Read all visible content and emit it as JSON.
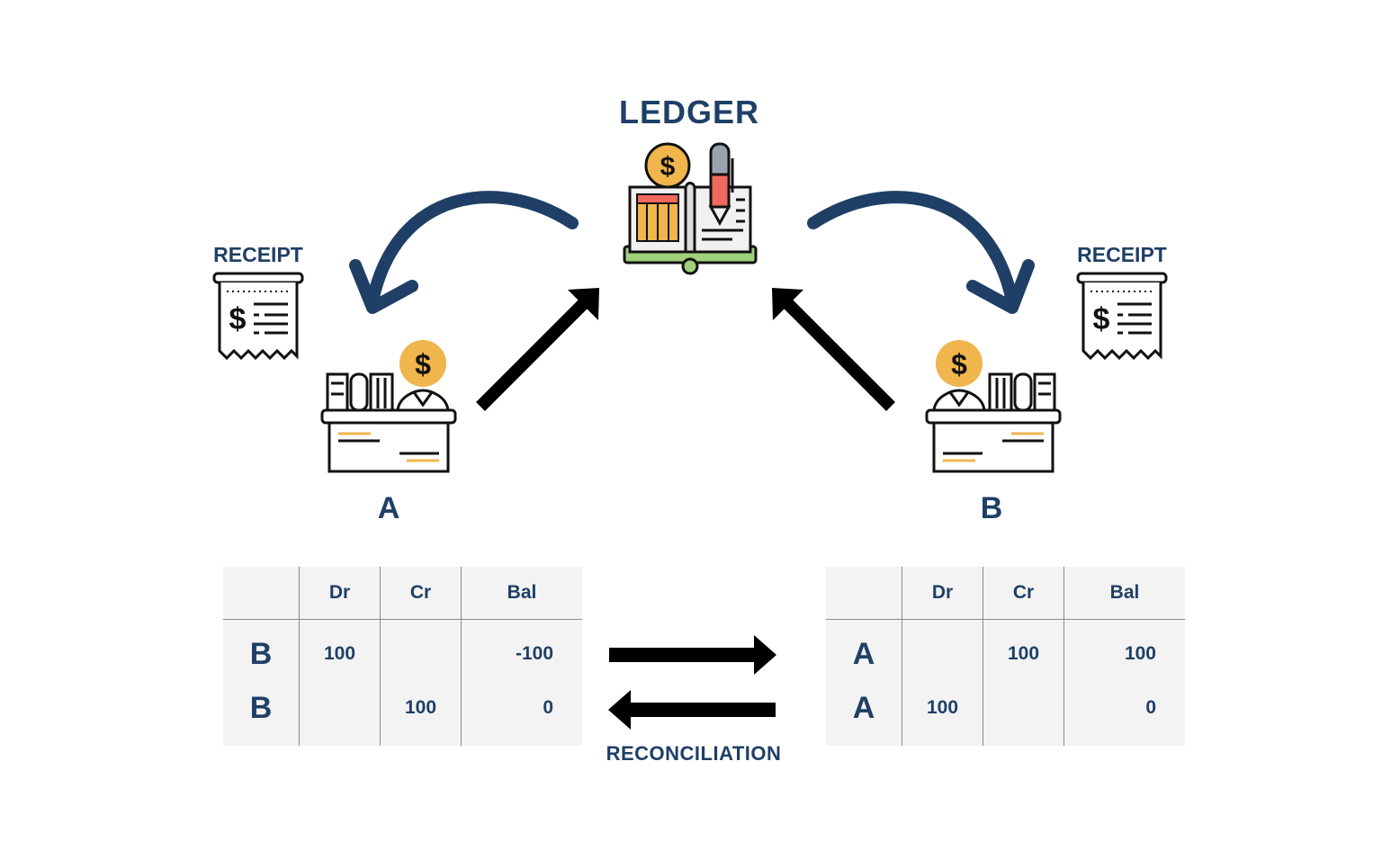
{
  "ledger": {
    "title": "LEDGER"
  },
  "receipts": {
    "left_label": "RECEIPT",
    "right_label": "RECEIPT"
  },
  "parties": {
    "left": "A",
    "right": "B"
  },
  "reconciliation_label": "RECONCILIATION",
  "tables": {
    "left": {
      "headers": [
        "",
        "Dr",
        "Cr",
        "Bal"
      ],
      "rows": [
        {
          "party": "B",
          "dr": "100",
          "cr": "",
          "bal": "-100"
        },
        {
          "party": "B",
          "dr": "",
          "cr": "100",
          "bal": "0"
        }
      ]
    },
    "right": {
      "headers": [
        "",
        "Dr",
        "Cr",
        "Bal"
      ],
      "rows": [
        {
          "party": "A",
          "dr": "",
          "cr": "100",
          "bal": "100"
        },
        {
          "party": "A",
          "dr": "100",
          "cr": "",
          "bal": "0"
        }
      ]
    }
  },
  "colors": {
    "navy": "#1f3f66",
    "coin": "#f0b54c",
    "accent_red": "#f0695e",
    "book_green": "#9fd07a",
    "table_bg": "#f3f3f3"
  },
  "icons": [
    "ledger-book-icon",
    "dollar-coin-icon",
    "pen-icon",
    "receipt-icon",
    "cashier-desk-icon",
    "curved-arrow-icon",
    "straight-arrow-icon"
  ]
}
